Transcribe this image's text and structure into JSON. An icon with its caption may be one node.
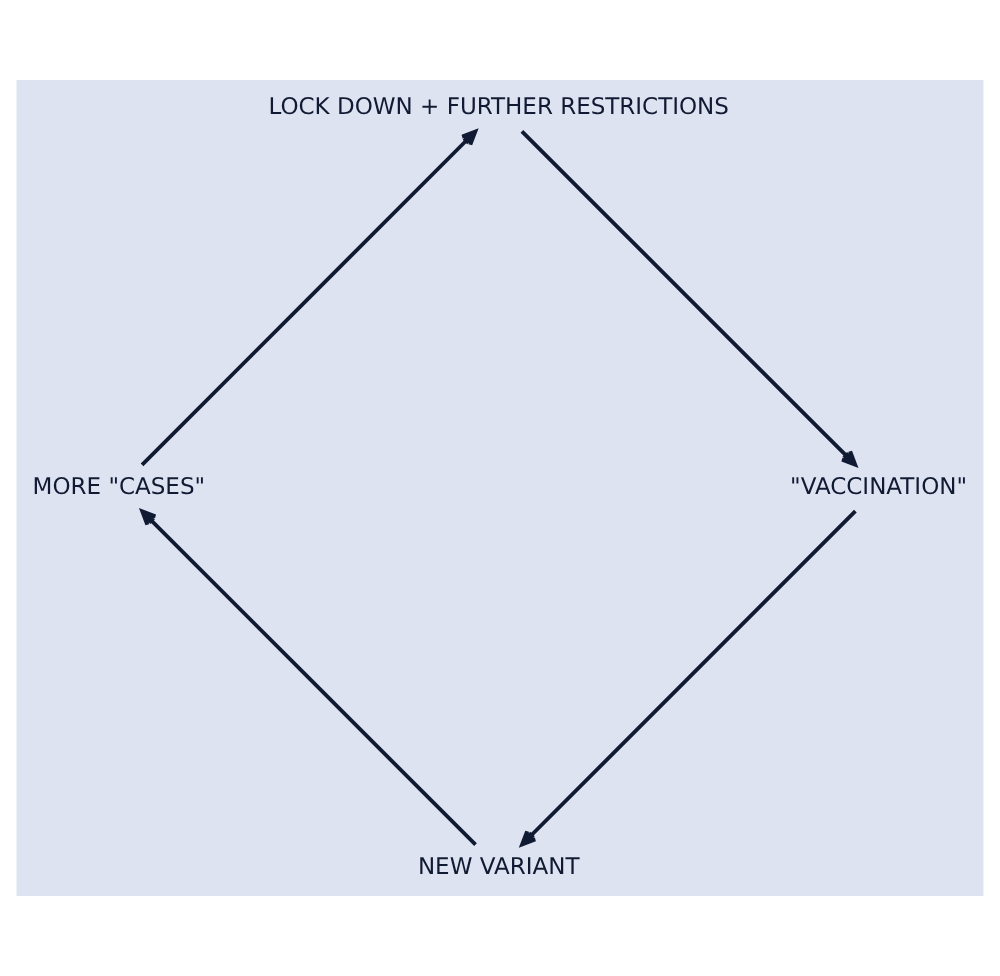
{
  "diagram": {
    "nodes": [
      {
        "text": [
          "NEW VARIANT"
        ]
      },
      {
        "text": [
          "MORE \"CASES\""
        ]
      },
      {
        "text": [
          "LOCK DOWN + FURTHER RESTRICTIONS"
        ]
      },
      {
        "text": [
          "\"VACCINATION\""
        ]
      }
    ],
    "edges": [
      {
        "from": 0,
        "to": 1,
        "arrow": "to"
      },
      {
        "from": 1,
        "to": 2,
        "arrow": "to"
      },
      {
        "from": 2,
        "to": 3,
        "arrow": "to"
      },
      {
        "from": 3,
        "to": 0,
        "arrow": "to"
      }
    ]
  }
}
